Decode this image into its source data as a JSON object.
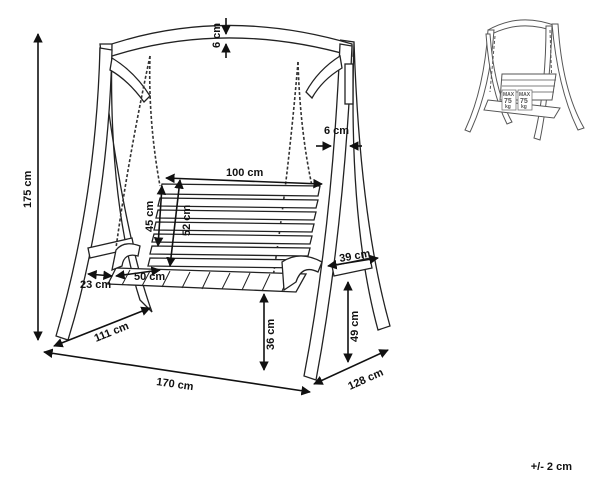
{
  "dimensions": {
    "height_total": "175 cm",
    "width_total": "170 cm",
    "depth_total": "128 cm",
    "base_leg": "111 cm",
    "frame_top_thickness": "6 cm",
    "frame_post_thickness": "6 cm",
    "seat_width": "100 cm",
    "backrest_height": "45 cm",
    "backrest_height_full": "52 cm",
    "seat_depth": "50 cm",
    "armrest_width": "23 cm",
    "armrest_depth": "39 cm",
    "seat_height": "36 cm",
    "armrest_height": "49 cm"
  },
  "tolerance": "+/- 2 cm",
  "thumbnail": {
    "tags": [
      {
        "top": "MAX",
        "num": "75",
        "unit": "kg"
      },
      {
        "top": "MAX",
        "num": "75",
        "unit": "kg"
      }
    ]
  }
}
